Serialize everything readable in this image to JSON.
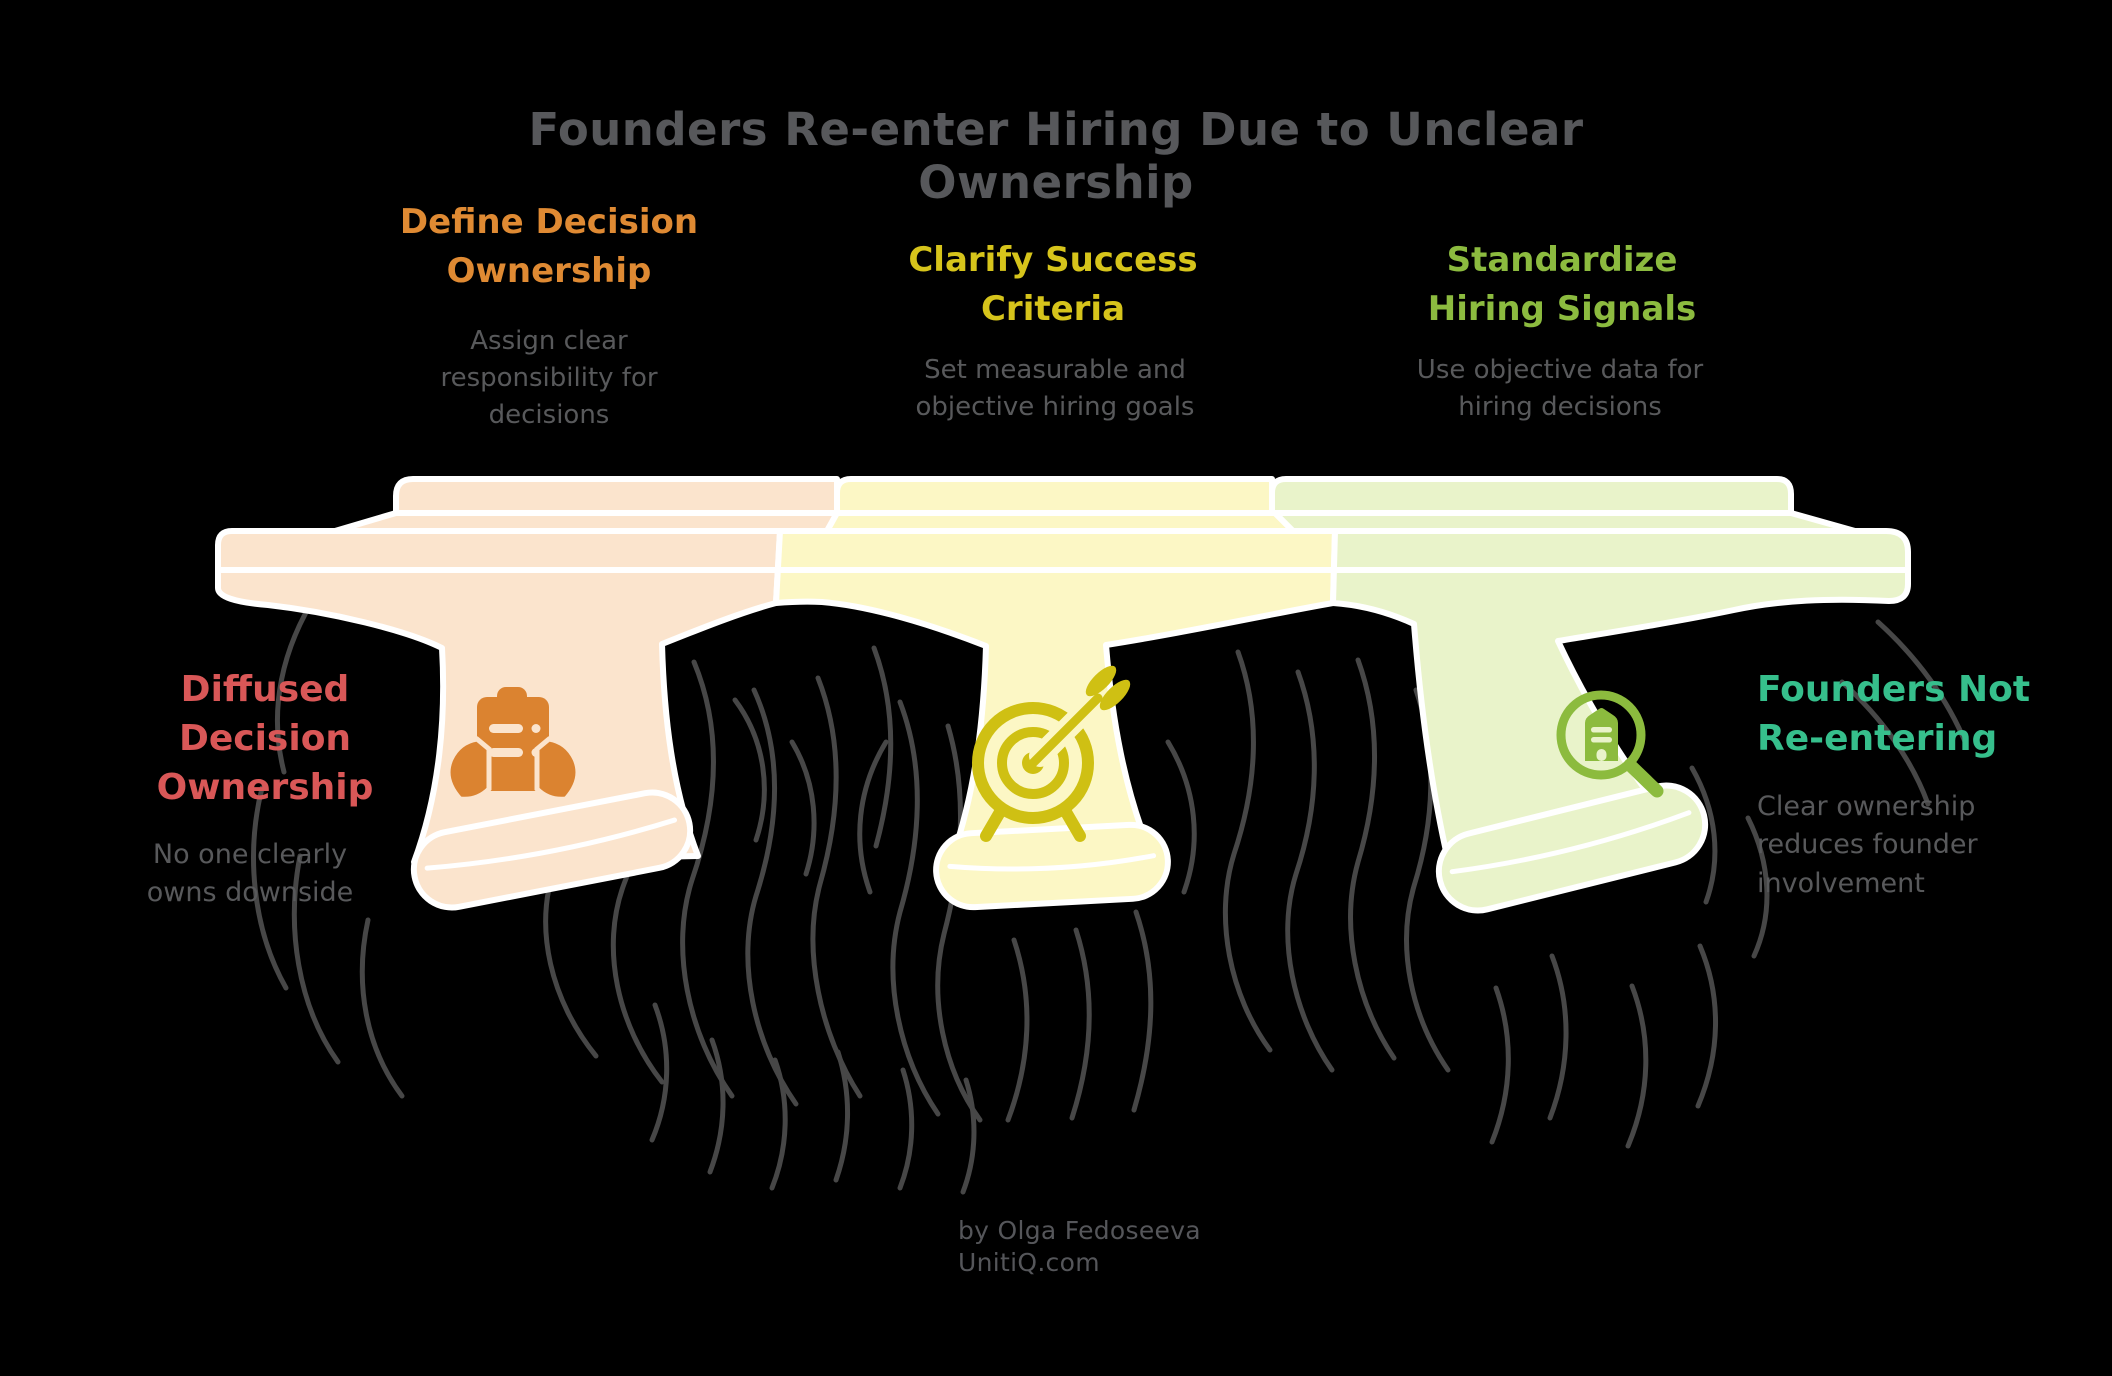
{
  "title": {
    "text": "Founders Re-enter Hiring Due to Unclear Ownership",
    "color": "#57585B"
  },
  "columns": [
    {
      "heading": "Define Decision\nOwnership",
      "subtitle": "Assign clear\nresponsibility for\ndecisions",
      "heading_color": "#DF8A33",
      "icon": "hands-holding-clipboard"
    },
    {
      "heading": "Clarify Success\nCriteria",
      "subtitle": "Set measurable and\nobjective hiring goals",
      "heading_color": "#D6C41B",
      "icon": "target-dart"
    },
    {
      "heading": "Standardize\nHiring Signals",
      "subtitle": "Use objective data for\nhiring decisions",
      "heading_color": "#8CBB3F",
      "icon": "magnifier-building"
    }
  ],
  "left_label": {
    "heading": "Diffused\nDecision\nOwnership",
    "subtitle": "No one clearly\nowns downside",
    "heading_color": "#D95757"
  },
  "right_label": {
    "heading": "Founders Not\nRe-entering",
    "subtitle": "Clear ownership\nreduces founder\ninvolvement",
    "heading_color": "#36BF8C"
  },
  "subtitle_color": "#58595B",
  "attribution": {
    "text": "by Olga Fedoseeva\nUnitiQ.com",
    "color": "#55565A"
  },
  "bridge": {
    "background": "#000000",
    "outline": "#FFFFFF",
    "water_color": "#474747",
    "deck_colors": {
      "left": "#FBE4CD",
      "middle": "#FCF7C5",
      "right": "#E9F3CA"
    },
    "icon_colors": {
      "left": "#DB8330",
      "middle": "#CFC013",
      "right": "#8CBB3E"
    }
  }
}
